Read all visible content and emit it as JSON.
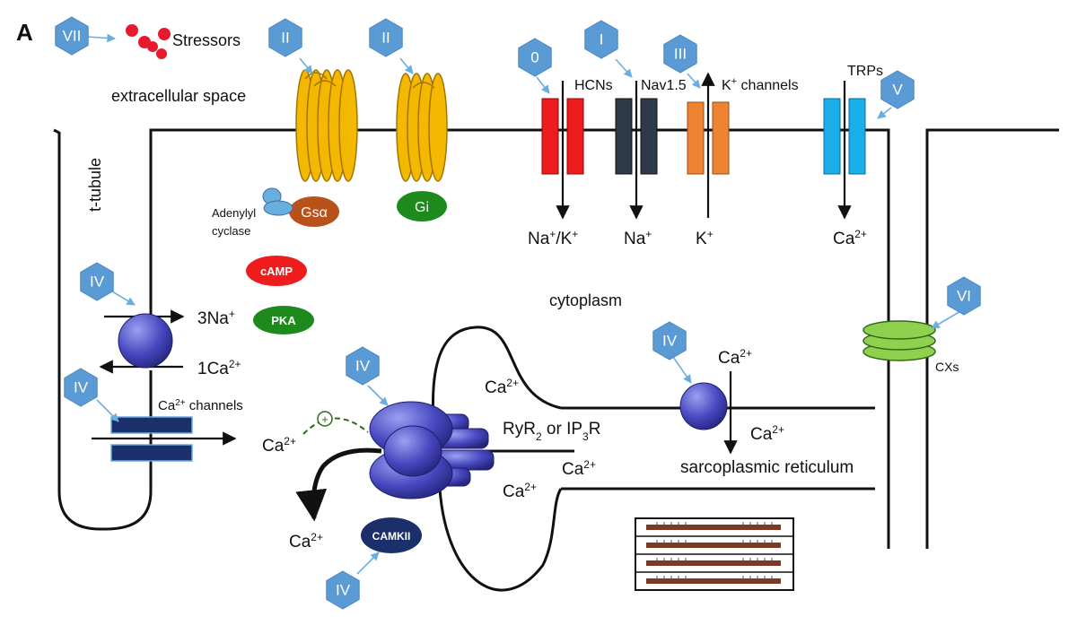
{
  "panel_letter": "A",
  "regions": {
    "extracellular": "extracellular space",
    "t_tubule": "t-tubule",
    "cytoplasm": "cytoplasm",
    "sr": "sarcoplasmic reticulum"
  },
  "stressors": "Stressors",
  "channels": {
    "hcn": "HCNs",
    "nav": "Nav1.5",
    "k": "K",
    "k_sup": "+",
    "k_rest": " channels",
    "trp": "TRPs",
    "cx": "CXs",
    "ca_ch": "Ca",
    "ca_ch_sup": "2+",
    "ca_ch_rest": " channels",
    "ryr_a": "RyR",
    "ryr_sub": "2",
    "ryr_b": " or IP",
    "ryr_sub2": "3",
    "ryr_c": "R"
  },
  "proteins": {
    "gsa": "Gsα",
    "gi": "Gi",
    "camp": "cAMP",
    "pka": "PKA",
    "camkii": "CAMKII",
    "adenylyl_1": "Adenylyl",
    "adenylyl_2": "cyclase",
    "plus": "+"
  },
  "ions": {
    "na": "Na",
    "k": "K",
    "ca": "Ca",
    "plus": "+",
    "two_plus": "2+",
    "slash": "/",
    "three_na": "3Na",
    "one_ca": "1Ca"
  },
  "hexagons": [
    "VII",
    "II",
    "II",
    "0",
    "I",
    "III",
    "V",
    "IV",
    "IV",
    "IV",
    "IV",
    "VI",
    "IV"
  ],
  "colors": {
    "hex": "#5b9bd5",
    "gpcr": "#f5b800",
    "hcn": "#ee1c1c",
    "nav": "#2e3a4a",
    "kch": "#ee8433",
    "trp": "#1aaee8",
    "cx": "#8fd14f",
    "gsa": "#b8511a",
    "gi": "#1e8a1e",
    "camp": "#ee1c1c",
    "pka": "#1e8a1e",
    "camkii": "#1b2f6b",
    "pump": "#4b4bc8",
    "stressor": "#e8192c"
  }
}
